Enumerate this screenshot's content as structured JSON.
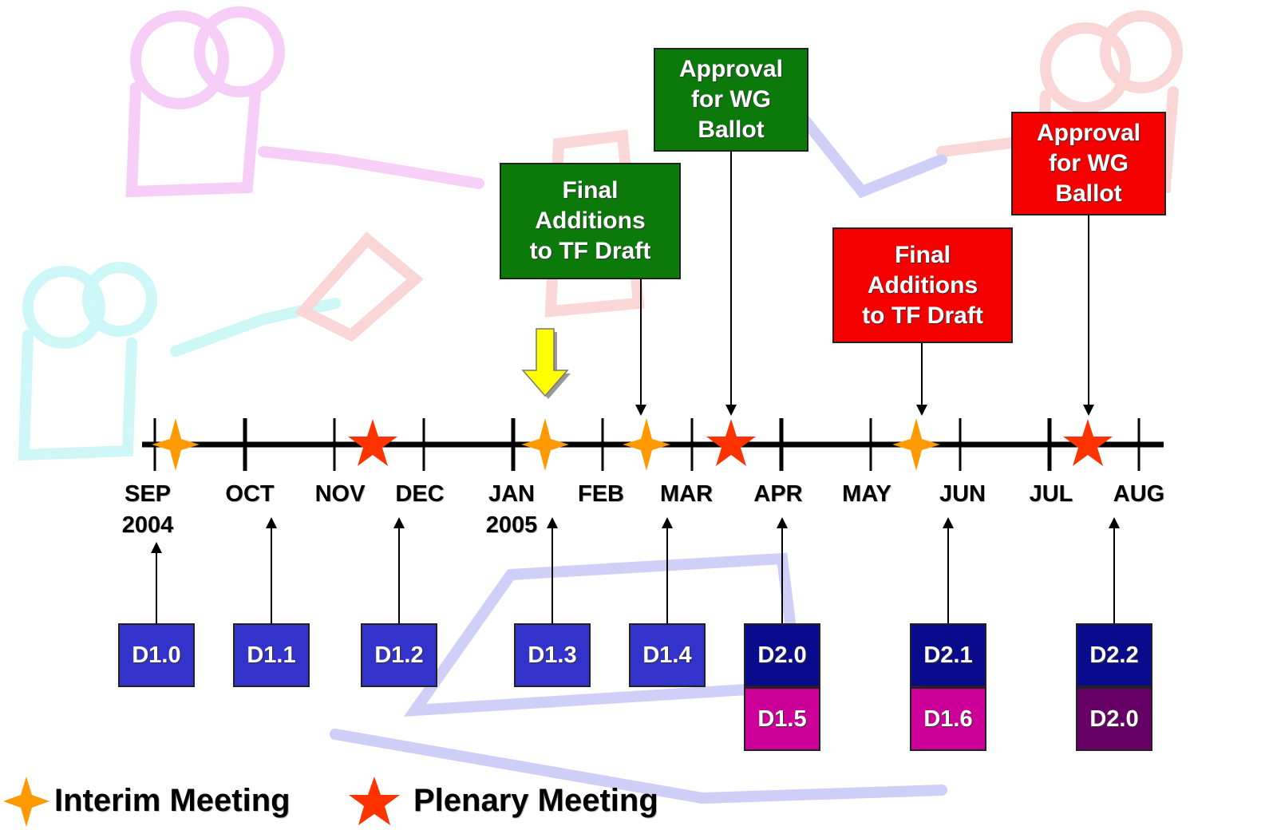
{
  "months": [
    {
      "label": "SEP",
      "year": "2004"
    },
    {
      "label": "OCT",
      "year": ""
    },
    {
      "label": "NOV",
      "year": ""
    },
    {
      "label": "DEC",
      "year": ""
    },
    {
      "label": "JAN",
      "year": "2005"
    },
    {
      "label": "FEB",
      "year": ""
    },
    {
      "label": "MAR",
      "year": ""
    },
    {
      "label": "APR",
      "year": ""
    },
    {
      "label": "MAY",
      "year": ""
    },
    {
      "label": "JUN",
      "year": ""
    },
    {
      "label": "JUL",
      "year": ""
    },
    {
      "label": "AUG",
      "year": ""
    }
  ],
  "callouts": {
    "green_additions": "Final\nAdditions\nto TF Draft",
    "green_approval": "Approval\nfor WG\nBallot",
    "red_additions": "Final\nAdditions\nto TF Draft",
    "red_approval": "Approval\nfor WG\nBallot"
  },
  "drafts": {
    "d10": "D1.0",
    "d11": "D1.1",
    "d12": "D1.2",
    "d13": "D1.3",
    "d14": "D1.4",
    "d20": "D2.0",
    "d15": "D1.5",
    "d21": "D2.1",
    "d16": "D1.6",
    "d22": "D2.2",
    "d20b": "D2.0"
  },
  "legend": {
    "interim": "Interim Meeting",
    "plenary": "Plenary Meeting"
  },
  "colors": {
    "interim_marker": "#ff9900",
    "plenary_marker": "#ff3300",
    "green_callout": "#0b7a0b",
    "red_callout": "#f40000",
    "draft_blue": "#3333cc",
    "draft_navy": "#0a0a8c",
    "draft_magenta": "#cc0099",
    "draft_purple": "#660066",
    "current_arrow": "#ffff00"
  }
}
